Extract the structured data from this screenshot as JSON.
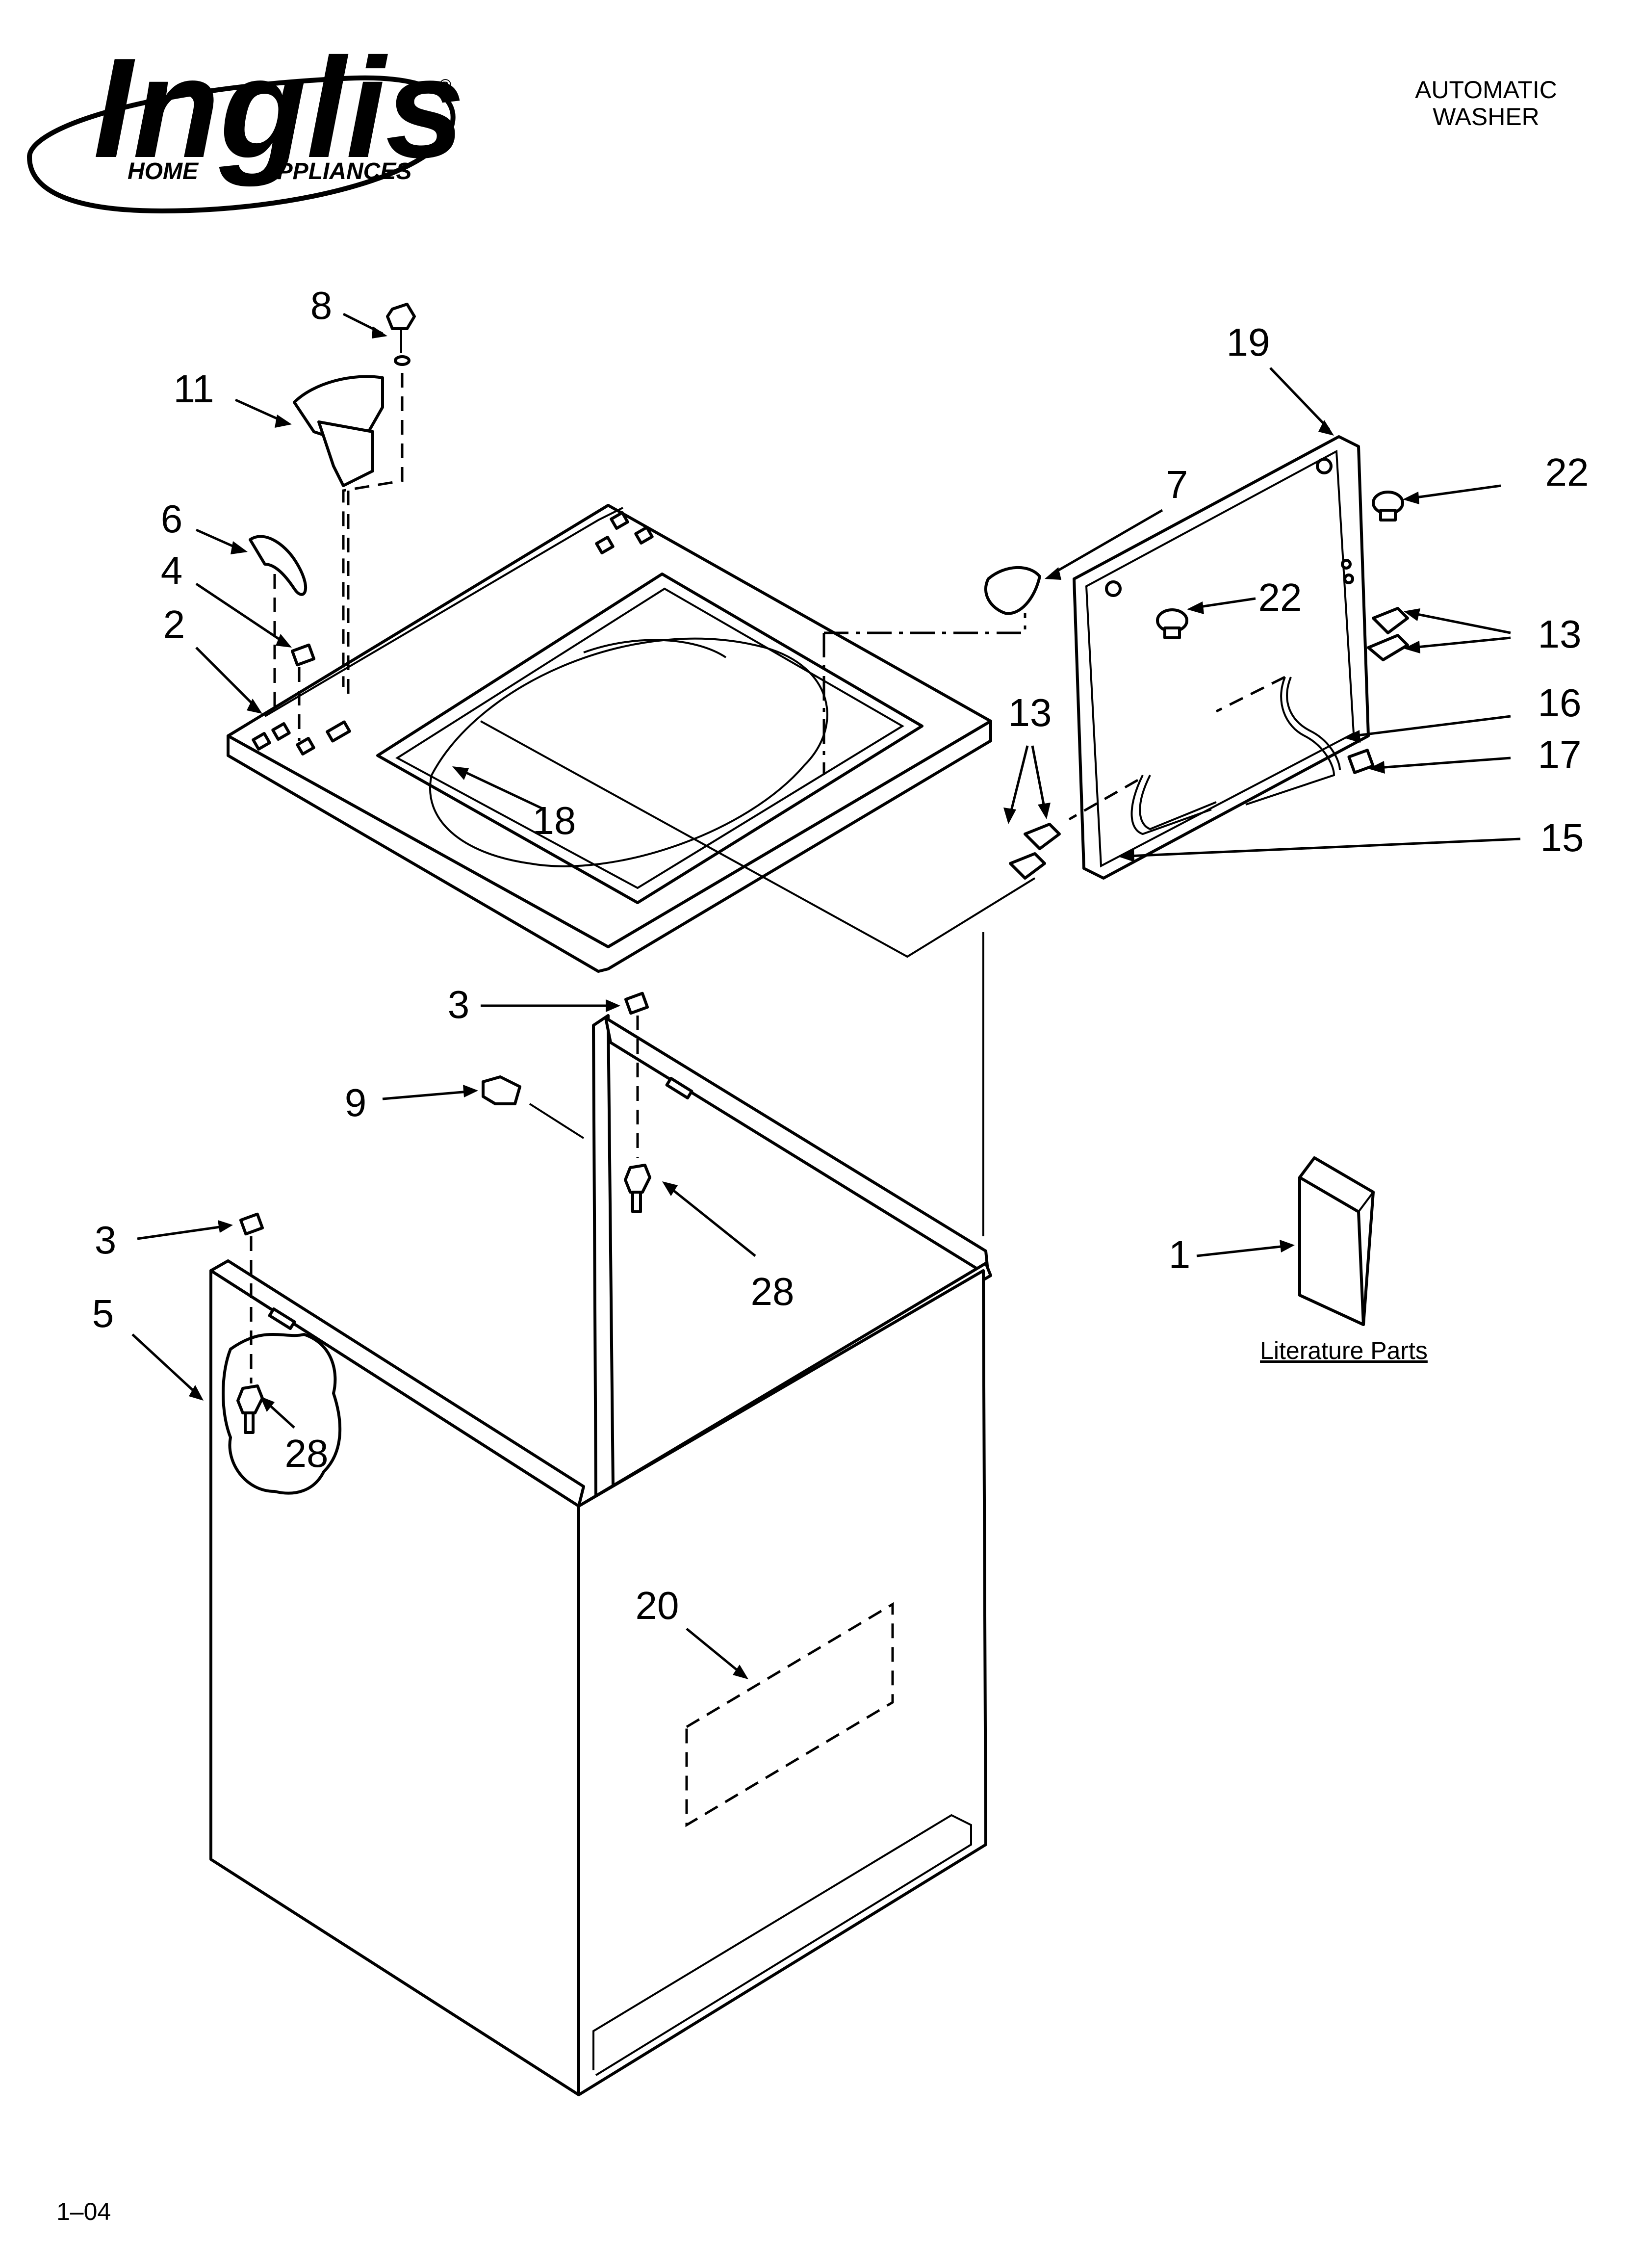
{
  "header": {
    "brand": "Inglis",
    "brand_tagline_left": "HOME",
    "brand_tagline_right": "APPLIANCES",
    "registered_mark": "®",
    "title_line1": "AUTOMATIC",
    "title_line2": "WASHER"
  },
  "footer": {
    "page_code": "1–04"
  },
  "literature": {
    "caption": "Literature Parts"
  },
  "callouts": {
    "c1": "1",
    "c2": "2",
    "c3a": "3",
    "c3b": "3",
    "c4": "4",
    "c5": "5",
    "c6": "6",
    "c7": "7",
    "c8": "8",
    "c9": "9",
    "c11": "11",
    "c13a": "13",
    "c13b": "13",
    "c15": "15",
    "c16": "16",
    "c17": "17",
    "c18": "18",
    "c19": "19",
    "c20": "20",
    "c22a": "22",
    "c22b": "22",
    "c28a": "28",
    "c28b": "28"
  }
}
